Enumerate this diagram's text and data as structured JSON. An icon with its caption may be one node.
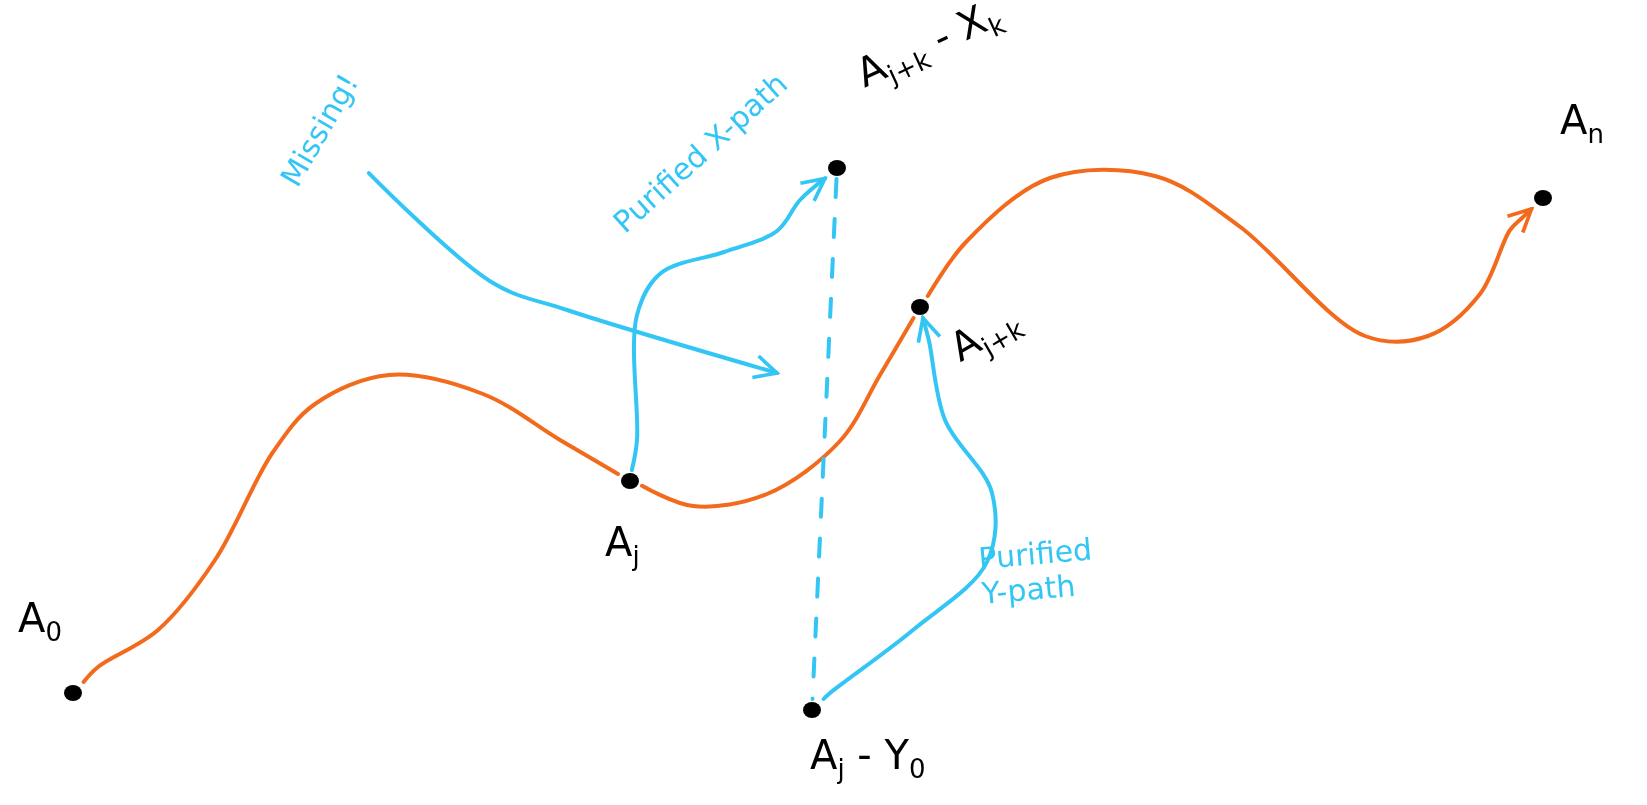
{
  "diagram": {
    "nodes": [
      {
        "text": [],
        "shape": "circle",
        "beside": [
          "A$_{0}$"
        ]
      },
      {
        "text": [],
        "shape": "circle",
        "beside": [
          "A$_{j}$"
        ]
      },
      {
        "text": [],
        "shape": "circle",
        "beside": [
          "A$_{j+k}$"
        ]
      },
      {
        "text": [],
        "shape": "circle",
        "beside": [
          "A$_{j+k}$ - X$_{k}$"
        ]
      },
      {
        "text": [],
        "shape": "circle",
        "beside": [
          "A$_{n}$"
        ]
      },
      {
        "text": [],
        "shape": "circle",
        "beside": [
          "A$_{j}$ - Y$_{0}$"
        ]
      },
      {
        "text": [
          "Missing!"
        ]
      }
    ],
    "edges": [
      {
        "from": 0,
        "to": 1,
        "arrow": "none",
        "color": "#f26b1d"
      },
      {
        "from": 1,
        "to": 2,
        "arrow": "none",
        "color": "#f26b1d"
      },
      {
        "from": 2,
        "to": 4,
        "arrow": "to",
        "color": "#f26b1d"
      },
      {
        "from": 1,
        "to": 3,
        "arrow": "to"
      },
      {
        "from": 5,
        "to": 2,
        "arrow": "to"
      },
      {
        "from": 3,
        "to": 5,
        "arrow": "none",
        "style": "dashed"
      },
      {
        "from": 6,
        "to": null,
        "arrow": "to"
      }
    ],
    "labels": [
      "Purified X-path",
      "Purified Y-path"
    ]
  }
}
